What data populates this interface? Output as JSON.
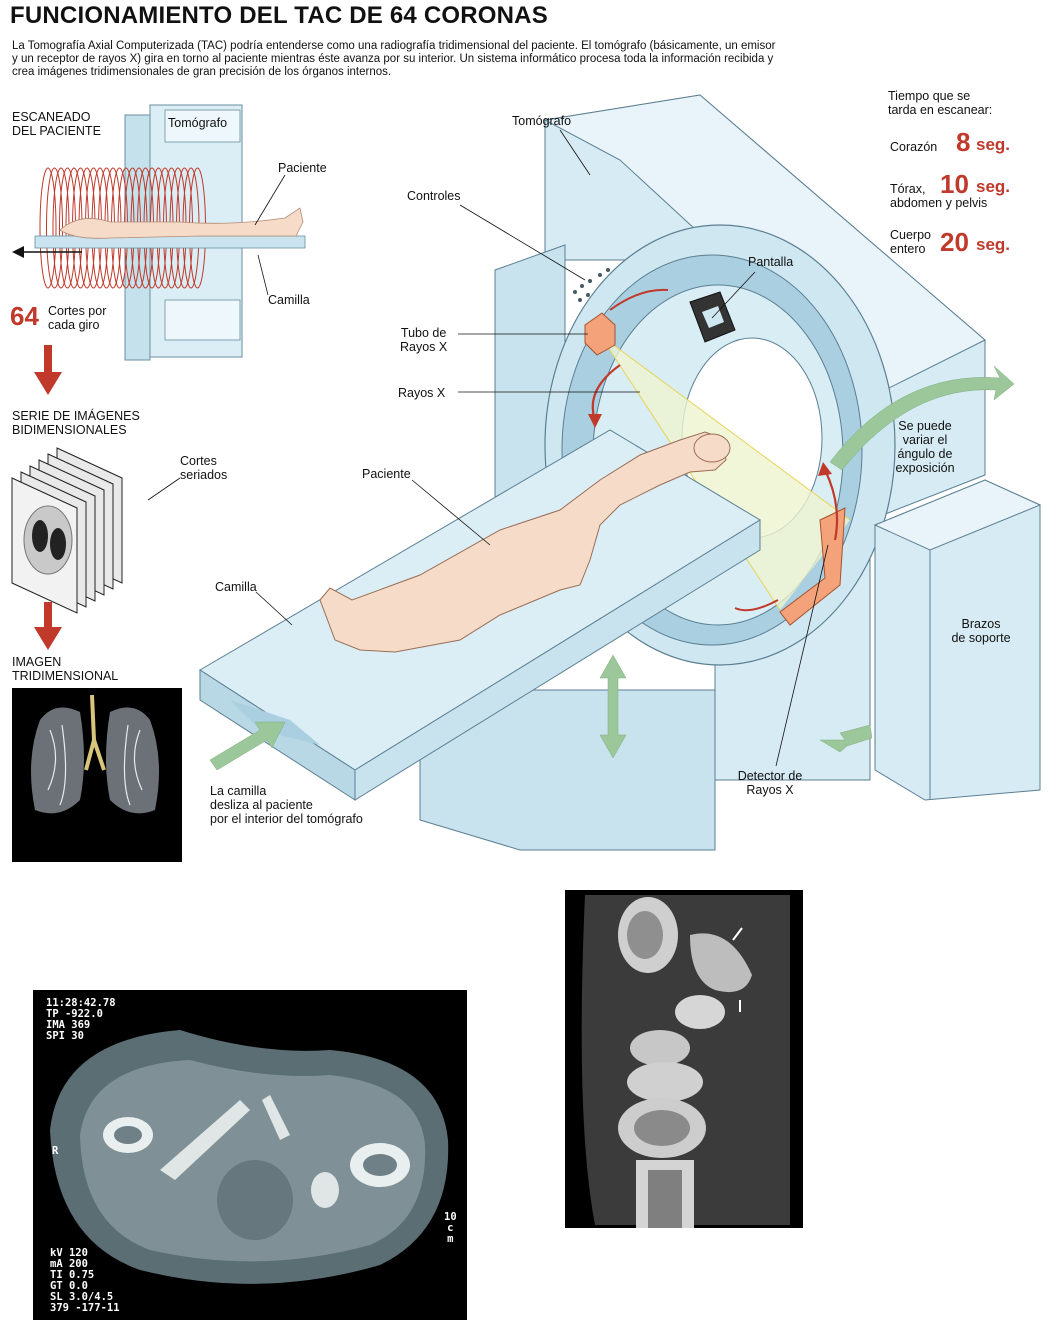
{
  "title": "FUNCIONAMIENTO DEL TAC DE 64 CORONAS",
  "intro": [
    "La Tomografía Axial Computerizada (TAC) podría entenderse como una radiografía tridimensional del paciente. El tomógrafo (básicamente, un emisor",
    "y un receptor de rayos X) gira en torno al paciente mientras éste avanza por su interior. Un sistema informático procesa toda la información recibida y",
    "crea imágenes tridimensionales de gran precisión de los órganos internos."
  ],
  "left": {
    "scan_heading": [
      "ESCANEADO",
      "DEL PACIENTE"
    ],
    "tomografo": "Tomógrafo",
    "paciente": "Paciente",
    "camilla": "Camilla",
    "cortes_number": "64",
    "cortes_text": [
      "Cortes por",
      "cada giro"
    ],
    "serie_heading": [
      "SERIE DE IMÁGENES",
      "BIDIMENSIONALES"
    ],
    "cortes_seriados": [
      "Cortes",
      "seriados"
    ],
    "imagen_heading": [
      "IMAGEN",
      "TRIDIMENSIONAL"
    ]
  },
  "main": {
    "tomografo": "Tomógrafo",
    "controles": "Controles",
    "pantalla": "Pantalla",
    "tubo": [
      "Tubo de",
      "Rayos X"
    ],
    "rayos": "Rayos X",
    "paciente": "Paciente",
    "camilla": "Camilla",
    "angulo": [
      "Se puede",
      "variar el",
      "ángulo de",
      "exposición"
    ],
    "brazos": [
      "Brazos",
      "de soporte"
    ],
    "detector": [
      "Detector de",
      "Rayos X"
    ],
    "camilla_desliza": [
      "La camilla",
      "desliza al paciente",
      "por el interior del tomógrafo"
    ]
  },
  "timing": {
    "heading": [
      "Tiempo que se",
      "tarda en escanear:"
    ],
    "rows": [
      {
        "label": [
          "Corazón"
        ],
        "number": "8",
        "unit": "seg."
      },
      {
        "label": [
          "Tórax,",
          "abdomen y pelvis"
        ],
        "number": "10",
        "unit": "seg."
      },
      {
        "label": [
          "Cuerpo",
          "entero"
        ],
        "number": "20",
        "unit": "seg."
      }
    ]
  },
  "ct_scan": {
    "top_info": [
      "11:28:42.78",
      "TP -922.0",
      "IMA 369",
      "SPI 30"
    ],
    "side_r": "R",
    "side_scale": [
      "10",
      "c",
      "m"
    ],
    "bottom_info": [
      "kV 120",
      "mA 200",
      "TI 0.75",
      "GT 0.0",
      "SL 3.0/4.5",
      "379 -177-11"
    ]
  },
  "colors": {
    "accent_red": "#c0392b",
    "machine_blue": "#d6ebf3",
    "arrow_green": "#9cc79b",
    "skin": "#f6dcc8",
    "detector_orange": "#f3a27a"
  }
}
